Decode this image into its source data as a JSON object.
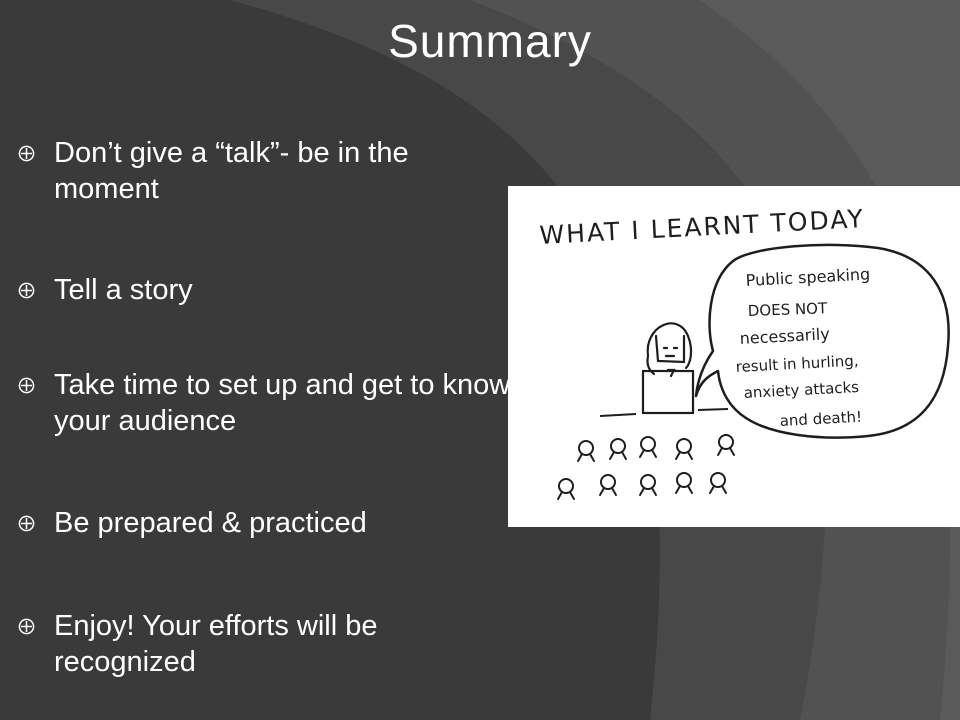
{
  "slide": {
    "title": "Summary",
    "bullets": [
      {
        "text": "Don’t give a “talk”- be in the moment"
      },
      {
        "text": "Tell a story"
      },
      {
        "text": "Take time to set up and get to know your audience"
      },
      {
        "text": "Be prepared & practiced"
      },
      {
        "text": "Enjoy! Your efforts will be recognized"
      }
    ],
    "bullet_icon": "circled-cross-bullet-icon"
  },
  "cartoon": {
    "heading": "WHAT I LEARNT TODAY",
    "speech_lines": [
      "Public speaking",
      "DOES NOT",
      "necessarily",
      "result in hurling,",
      "anxiety attacks",
      "and death!"
    ]
  },
  "colors": {
    "background": "#3b3b3b",
    "swoosh": "#555555",
    "text": "#ffffff",
    "ink": "#1e1e1e"
  }
}
